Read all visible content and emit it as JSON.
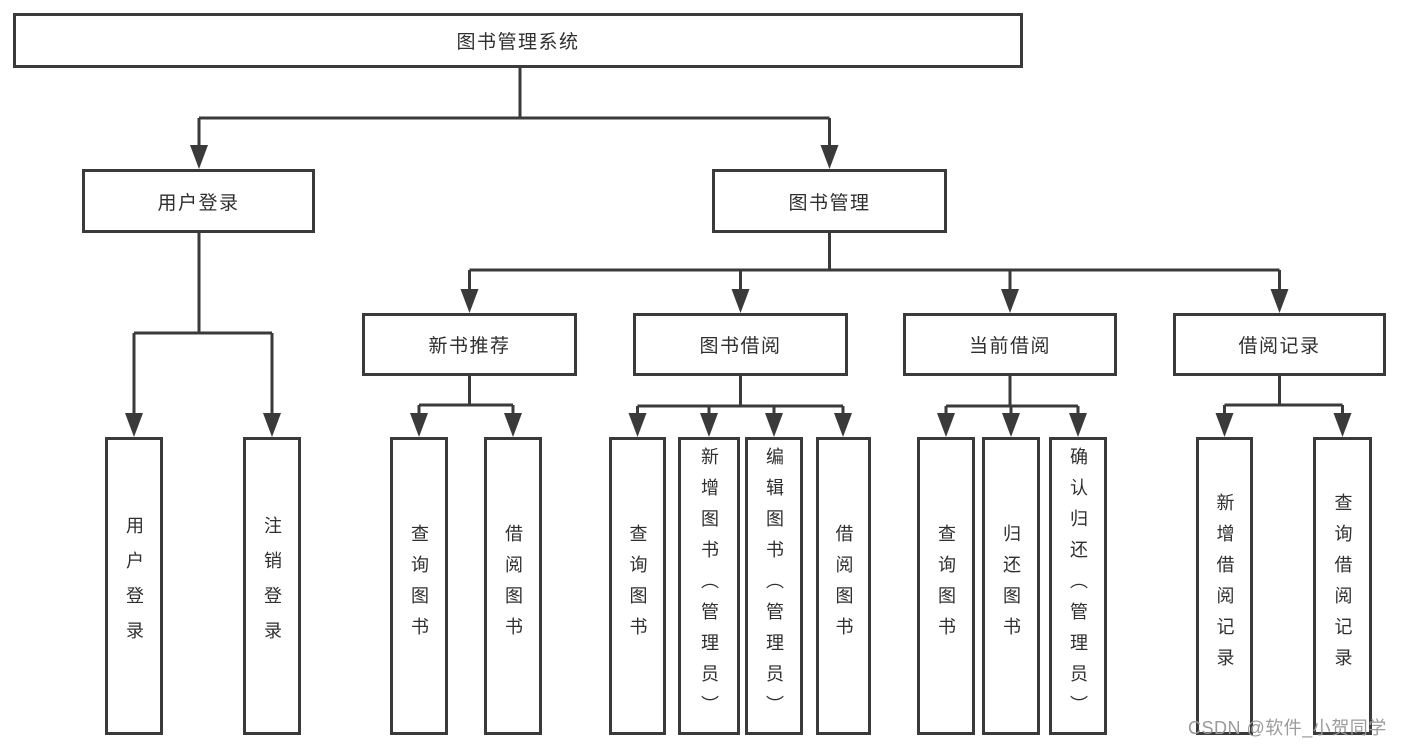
{
  "diagram": {
    "root": {
      "label": "图书管理系统"
    },
    "branches": [
      {
        "label": "用户登录",
        "children": [
          {
            "label": "用户登录"
          },
          {
            "label": "注销登录"
          }
        ]
      },
      {
        "label": "图书管理",
        "children": [
          {
            "label": "新书推荐",
            "children": [
              {
                "label": "查询图书"
              },
              {
                "label": "借阅图书"
              }
            ]
          },
          {
            "label": "图书借阅",
            "children": [
              {
                "label": "查询图书"
              },
              {
                "label": "新增图书（管理员）"
              },
              {
                "label": "编辑图书（管理员）"
              },
              {
                "label": "借阅图书"
              }
            ]
          },
          {
            "label": "当前借阅",
            "children": [
              {
                "label": "查询图书"
              },
              {
                "label": "归还图书"
              },
              {
                "label": "确认归还（管理员）"
              }
            ]
          },
          {
            "label": "借阅记录",
            "children": [
              {
                "label": "新增借阅记录"
              },
              {
                "label": "查询借阅记录"
              }
            ]
          }
        ]
      }
    ]
  },
  "watermark": {
    "text": "CSDN @软件_小贺同学"
  },
  "colors": {
    "line": "#3a3a3a",
    "text": "#2f2f2f",
    "watermark": "#9b9b9b",
    "background": "#ffffff"
  }
}
